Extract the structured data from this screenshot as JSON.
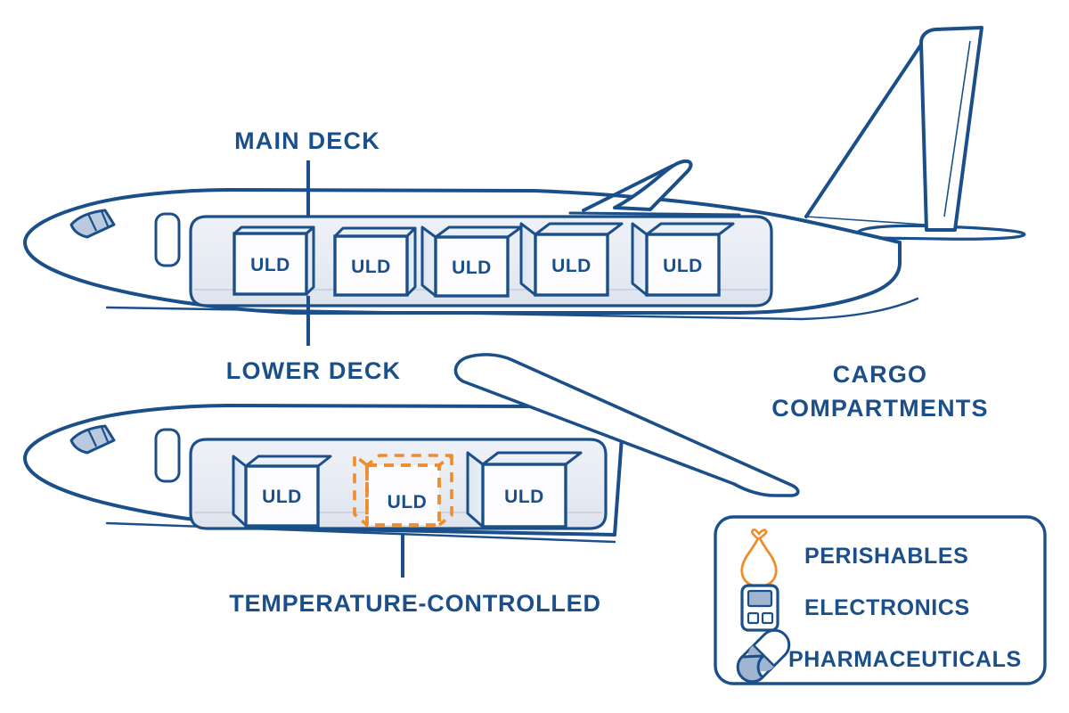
{
  "diagram": {
    "title_labels": {
      "main_deck": "MAIN DECK",
      "lower_deck": "LOWER DECK",
      "cargo_line1": "CARGO",
      "cargo_line2": "COMPARTMENTS",
      "temperature_controlled": "TEMPERATURE-CONTROLLED"
    },
    "colors": {
      "outline_navy": "#1b4f8a",
      "text_navy": "#1b4f8a",
      "accent_orange": "#ef8c2b",
      "bay_fill": "#e4e9f2",
      "box_fill": "#fdfdff",
      "box_top_fill": "#eef2f8",
      "box_side_fill": "#dbe3ef",
      "window_fill": "#b9c9de",
      "page_bg": "#ffffff"
    },
    "main_deck": {
      "uld_count": 5,
      "ulds": [
        {
          "label": "ULD"
        },
        {
          "label": "ULD"
        },
        {
          "label": "ULD"
        },
        {
          "label": "ULD"
        },
        {
          "label": "ULD"
        }
      ]
    },
    "lower_deck": {
      "uld_count": 3,
      "ulds": [
        {
          "label": "ULD",
          "highlighted": false
        },
        {
          "label": "ULD",
          "highlighted": true
        },
        {
          "label": "ULD",
          "highlighted": false
        }
      ]
    }
  },
  "legend": {
    "items": [
      {
        "icon": "perishables-bag-icon",
        "label": "PERISHABLES"
      },
      {
        "icon": "electronics-device-icon",
        "label": "ELECTRONICS"
      },
      {
        "icon": "pharmaceuticals-capsule-icon",
        "label": "PHARMACEUTICALS"
      }
    ]
  }
}
